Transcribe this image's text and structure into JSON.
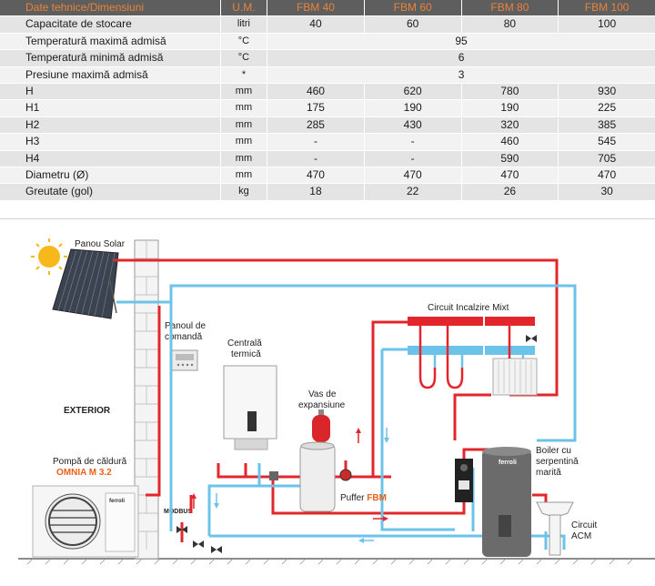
{
  "table": {
    "headers": [
      "Date tehnice/Dimensiuni",
      "U.M.",
      "FBM 40",
      "FBM 60",
      "FBM 80",
      "FBM 100"
    ],
    "rows": [
      {
        "label": "Capacitate de stocare",
        "unit": "litri",
        "values": [
          "40",
          "60",
          "80",
          "100"
        ]
      },
      {
        "label": "Temperatură maximă admisă",
        "unit": "°C",
        "merged": "95"
      },
      {
        "label": "Temperatură minimă admisă",
        "unit": "°C",
        "merged": "6"
      },
      {
        "label": "Presiune maximă admisă",
        "unit": "*",
        "merged": "3"
      },
      {
        "label": "H",
        "unit": "mm",
        "values": [
          "460",
          "620",
          "780",
          "930"
        ]
      },
      {
        "label": "H1",
        "unit": "mm",
        "values": [
          "175",
          "190",
          "190",
          "225"
        ]
      },
      {
        "label": "H2",
        "unit": "mm",
        "values": [
          "285",
          "430",
          "320",
          "385"
        ]
      },
      {
        "label": "H3",
        "unit": "mm",
        "values": [
          "-",
          "-",
          "460",
          "545"
        ]
      },
      {
        "label": "H4",
        "unit": "mm",
        "values": [
          "-",
          "-",
          "590",
          "705"
        ]
      },
      {
        "label": "Diametru (Ø)",
        "unit": "mm",
        "values": [
          "470",
          "470",
          "470",
          "470"
        ]
      },
      {
        "label": "Greutate (gol)",
        "unit": "kg",
        "values": [
          "18",
          "22",
          "26",
          "30"
        ]
      }
    ]
  },
  "diagram": {
    "solar_panel": "Panou Solar",
    "control_panel_1": "Panoul de",
    "control_panel_2": "comandă",
    "boiler_1": "Centrală",
    "boiler_2": "termică",
    "expansion_1": "Vas de",
    "expansion_2": "expansiune",
    "circuit_mixed": "Circuit Incalzire Mixt",
    "exterior": "EXTERIOR",
    "heat_pump_1": "Pompă de căldură",
    "heat_pump_2": "OMNIA M 3.2",
    "modbus": "MODBUS",
    "puffer_label": "Puffer",
    "puffer_model": "FBM",
    "serpentine_1": "Boiler cu",
    "serpentine_2": "serpentină",
    "serpentine_3": "marită",
    "acm_1": "Circuit",
    "acm_2": "ACM",
    "brand_boiler": "ferroli",
    "brand_pump": "ferroli"
  },
  "colors": {
    "hot": "#e3262b",
    "cold": "#6cc3ea",
    "accent": "#e8621a",
    "header_bg": "#5e5e5e"
  }
}
